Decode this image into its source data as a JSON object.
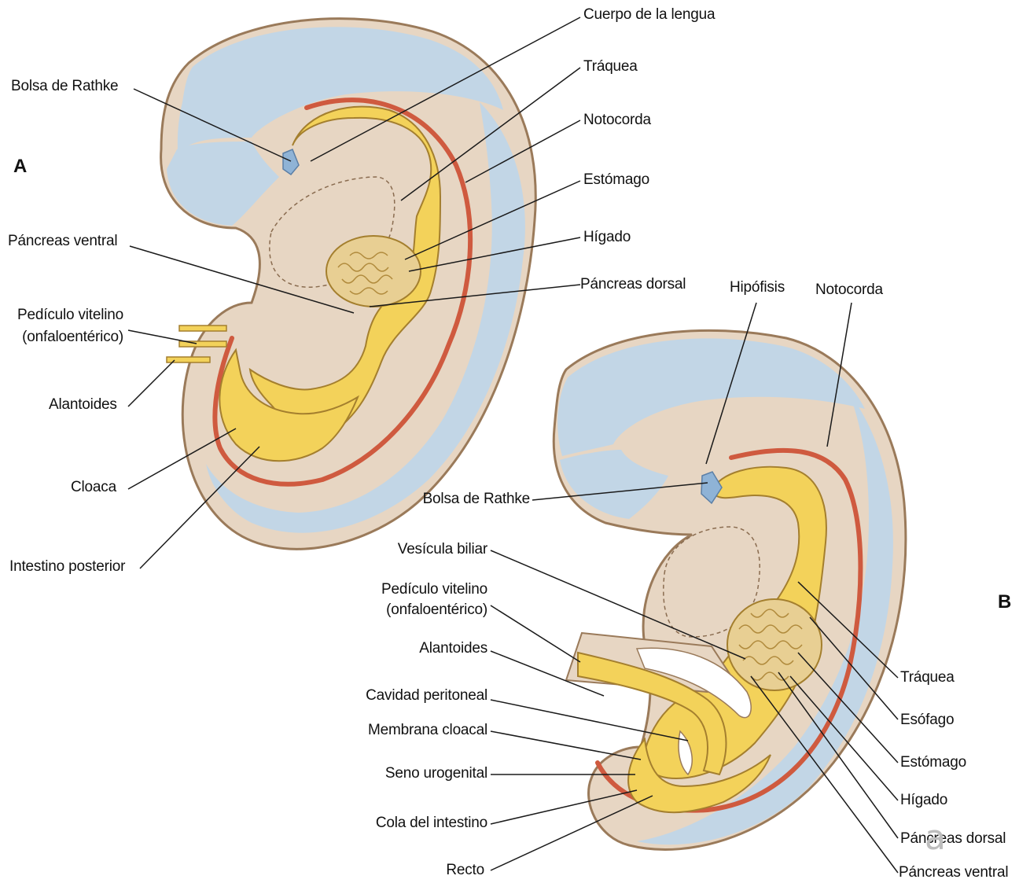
{
  "panels": {
    "a": "A",
    "b": "B"
  },
  "labels_a": {
    "cuerpo_lengua": "Cuerpo de la lengua",
    "traquea": "Tráquea",
    "bolsa_rathke": "Bolsa de Rathke",
    "notocorda": "Notocorda",
    "estomago": "Estómago",
    "higado": "Hígado",
    "pancreas_ventral": "Páncreas ventral",
    "pancreas_dorsal": "Páncreas dorsal",
    "pediculo_line1": "Pedículo vitelino",
    "pediculo_line2": "(onfaloentérico)",
    "alantoides": "Alantoides",
    "cloaca": "Cloaca",
    "intestino_posterior": "Intestino posterior"
  },
  "labels_b": {
    "hipofisis": "Hipófisis",
    "notocorda": "Notocorda",
    "bolsa_rathke": "Bolsa de Rathke",
    "vesicula_biliar": "Vesícula biliar",
    "pediculo_line1": "Pedículo vitelino",
    "pediculo_line2": "(onfaloentérico)",
    "alantoides": "Alantoides",
    "cavidad_peritoneal": "Cavidad peritoneal",
    "membrana_cloacal": "Membrana cloacal",
    "seno_urogenital": "Seno urogenital",
    "cola_intestino": "Cola del intestino",
    "recto": "Recto",
    "traquea": "Tráquea",
    "esofago": "Esófago",
    "estomago": "Estómago",
    "higado": "Hígado",
    "pancreas_dorsal": "Páncreas dorsal",
    "pancreas_ventral": "Páncreas ventral"
  },
  "watermark": "a",
  "colors": {
    "ectoderm_blue": "#c2d6e6",
    "mesoderm_tan": "#e7d6c3",
    "outline": "#9a7a5a",
    "endoderm_yellow": "#f3d25a",
    "endoderm_edge": "#a47f2e",
    "notochord_red": "#cf5a3f",
    "liver_fill": "#e8cf93",
    "rathke_blue": "#8fb3d6"
  }
}
